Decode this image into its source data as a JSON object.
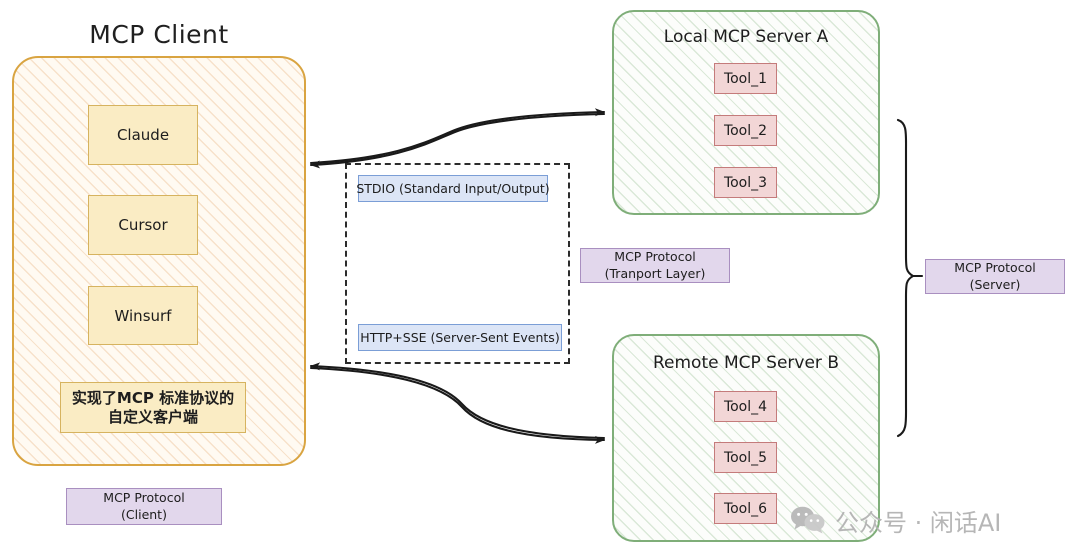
{
  "client": {
    "title": "MCP Client",
    "apps": [
      {
        "label": "Claude"
      },
      {
        "label": "Cursor"
      },
      {
        "label": "Winsurf"
      }
    ],
    "custom_client": {
      "line1": "实现了MCP 标准协议的",
      "line2": "自定义客户端"
    },
    "protocol_label": {
      "line1": "MCP Protocol",
      "line2": "(Client)"
    }
  },
  "transport": {
    "stdio": "STDIO  (Standard Input/Output)",
    "sse": "HTTP+SSE  (Server-Sent Events)",
    "protocol_label": {
      "line1": "MCP Protocol",
      "line2": "(Tranport Layer)"
    }
  },
  "servers": {
    "protocol_label": {
      "line1": "MCP Protocol",
      "line2": "(Server)"
    },
    "local": {
      "title": "Local MCP Server A",
      "tools": [
        {
          "label": "Tool_1"
        },
        {
          "label": "Tool_2"
        },
        {
          "label": "Tool_3"
        }
      ]
    },
    "remote": {
      "title": "Remote MCP Server B",
      "tools": [
        {
          "label": "Tool_4"
        },
        {
          "label": "Tool_5"
        },
        {
          "label": "Tool_6"
        }
      ]
    }
  },
  "watermark": {
    "text": "公众号 · 闲话AI",
    "icon": "wechat-icon"
  },
  "colors": {
    "client_border": "#d9a441",
    "client_fill": "#fffaf2",
    "app_fill": "#faecc4",
    "app_border": "#d6b35f",
    "purple_fill": "#e2d7ec",
    "purple_border": "#a98fc0",
    "transport_fill": "#dce5f6",
    "transport_border": "#7b9ed6",
    "server_border": "#7fae79",
    "tool_fill": "#f2d6d6",
    "tool_border": "#c47b7b",
    "arrow": "#1a1a1a"
  }
}
